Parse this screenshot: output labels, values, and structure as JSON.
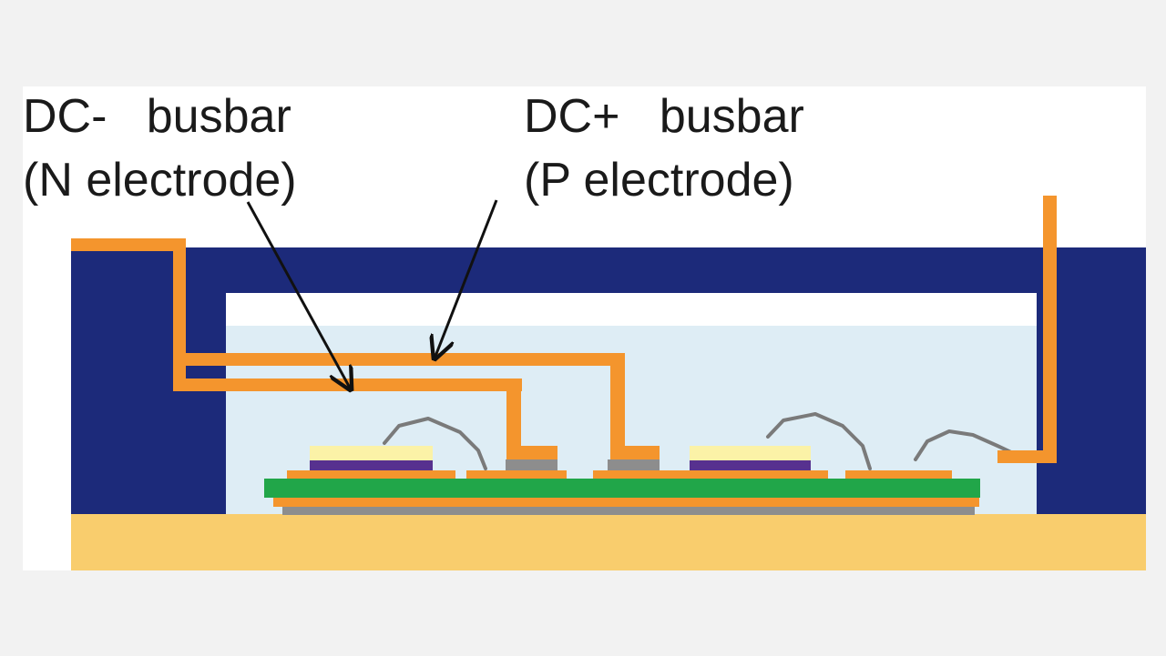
{
  "labels": {
    "dc_minus_line1": "DC-   busbar",
    "dc_minus_line2": "(N electrode)",
    "dc_plus_line1": "DC+   busbar",
    "dc_plus_line2": "(P electrode)"
  },
  "colors": {
    "page_background": "#f2f2f2",
    "panel_background": "#ffffff",
    "housing": "#1c2a7a",
    "baseplate": "#f9cd6d",
    "encapsulant": "#deedf5",
    "busbar_copper": "#f4952d",
    "substrate_green": "#21a649",
    "chip_top": "#fbf2a7",
    "chip_layer": "#57318f",
    "bond_wire": "#7a7a7a",
    "solder_gray": "#8d8d8d",
    "arrow": "#111111"
  }
}
